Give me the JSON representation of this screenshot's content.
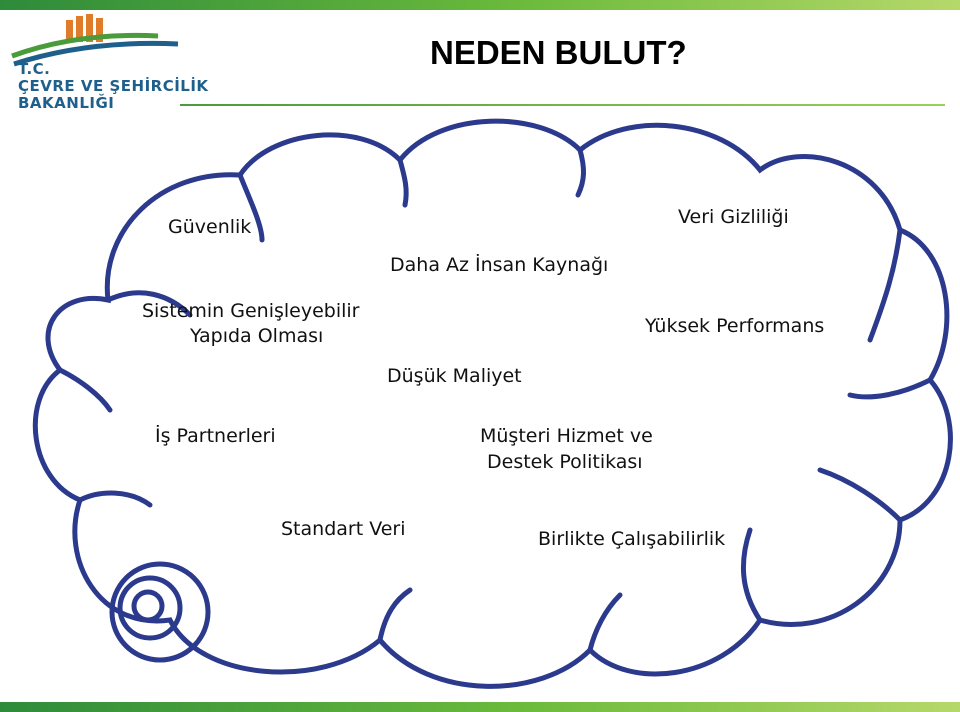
{
  "logo": {
    "line1": "T.C.",
    "line2": "ÇEVRE VE ŞEHİRCİLİK",
    "line3": "BAKANLIĞI",
    "colors": {
      "primary": "#1f5f8b",
      "accent": "#e07b2a",
      "green": "#4a9b3a"
    }
  },
  "title": "NEDEN BULUT?",
  "items": {
    "guvenlik": "Güvenlik",
    "insan_kaynagi": "Daha Az İnsan Kaynağı",
    "veri_gizliligi": "Veri Gizliliği",
    "genisleyebilir_1": "Sistemin Genişleyebilir",
    "genisleyebilir_2": "Yapıda Olması",
    "performans": "Yüksek Performans",
    "maliyet": "Düşük Maliyet",
    "partnerler": "İş Partnerleri",
    "musteri_1": "Müşteri Hizmet ve",
    "musteri_2": "Destek Politikası",
    "standart_veri": "Standart Veri",
    "calisabilirlik": "Birlikte Çalışabilirlik"
  },
  "colors": {
    "cloud_stroke": "#2b3a8c",
    "band_start": "#2e8b3a",
    "band_end": "#b6d86a"
  }
}
